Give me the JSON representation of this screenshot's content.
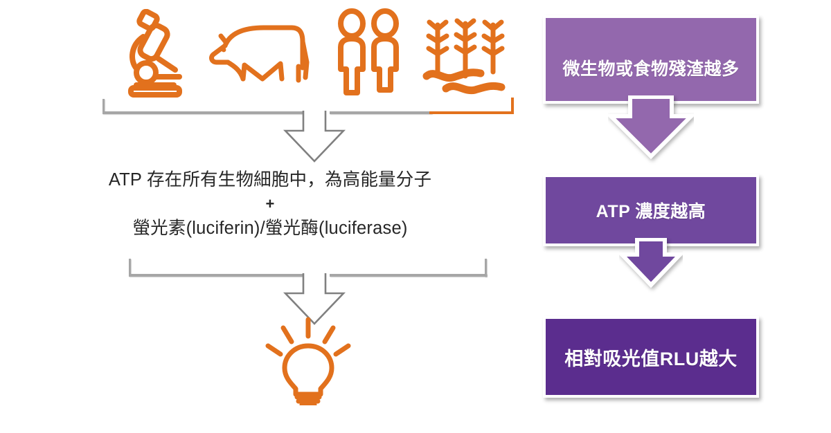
{
  "diagram": {
    "title_text_lines": [
      "ATP 存在所有生物細胞中，為高能量分子",
      "+",
      "螢光素(luciferin)/螢光酶(luciferase)"
    ],
    "center_line_1": "ATP 存在所有生物細胞中，為高能量分子",
    "center_plus": "+",
    "center_line_2": "螢光素(luciferin)/螢光酶(luciferase)",
    "icons": [
      {
        "name": "microscope-icon",
        "label": "microscope"
      },
      {
        "name": "cow-icon",
        "label": "cow"
      },
      {
        "name": "people-icon",
        "label": "people"
      },
      {
        "name": "crops-worms-icon",
        "label": "crops and worms"
      },
      {
        "name": "lightbulb-icon",
        "label": "light bulb"
      }
    ],
    "flow_boxes": [
      {
        "label": "微生物或食物殘渣越多",
        "color": "#9368AD"
      },
      {
        "label": "ATP 濃度越高",
        "color": "#70489E"
      },
      {
        "label": "相對吸光值RLU越大",
        "color": "#5B2D8E"
      }
    ],
    "colors": {
      "orange": "#E2711D",
      "bracket_gray": "#a6a6a6",
      "arrow_outline": "#808080",
      "text_dark": "#262626",
      "purple_light": "#9368AD",
      "purple_mid": "#70489E",
      "purple_dark": "#5B2D8E"
    }
  }
}
